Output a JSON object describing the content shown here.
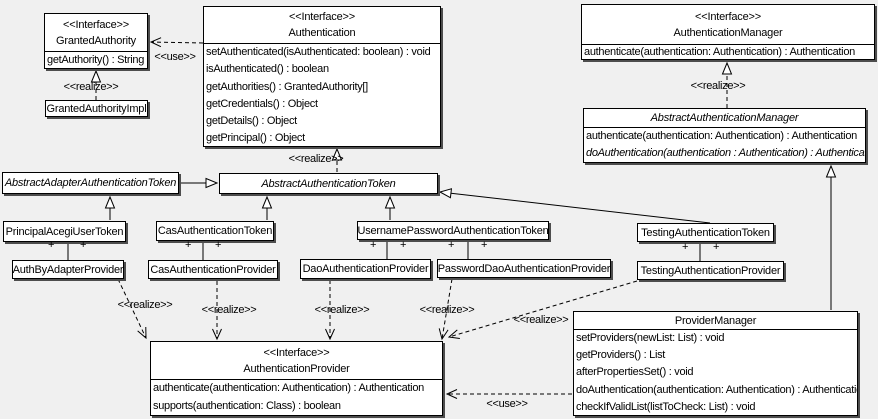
{
  "colors": {
    "background": "#f0f0f0",
    "box_fill": "#ffffff",
    "line": "#000000",
    "shadow": "#4d4d4d"
  },
  "labels": {
    "use": "<<use>>",
    "realize": "<<realize>>",
    "plus": "+"
  },
  "classes": {
    "granted_authority": {
      "stereotype": "<<Interface>>",
      "name": "GrantedAuthority",
      "methods": [
        "getAuthority() : String"
      ]
    },
    "granted_authority_impl": {
      "name": "GrantedAuthorityImpl"
    },
    "authentication": {
      "stereotype": "<<Interface>>",
      "name": "Authentication",
      "methods": [
        "setAuthenticated(isAuthenticated: boolean) : void",
        "isAuthenticated() : boolean",
        "getAuthorities() : GrantedAuthority[]",
        "getCredentials() : Object",
        "getDetails() : Object",
        "getPrincipal() : Object"
      ]
    },
    "authentication_manager": {
      "stereotype": "<<Interface>>",
      "name": "AuthenticationManager",
      "methods": [
        "authenticate(authentication: Authentication) : Authentication"
      ]
    },
    "abstract_authentication_manager": {
      "name": "AbstractAuthenticationManager",
      "methods": [
        "authenticate(authentication: Authentication) : Authentication",
        "doAuthentication(authentication : Authentication) : Authentication"
      ]
    },
    "abstract_adapter_authentication_token": {
      "name": "AbstractAdapterAuthenticationToken"
    },
    "abstract_authentication_token": {
      "name": "AbstractAuthenticationToken"
    },
    "principal_acegi_user_token": {
      "name": "PrincipalAcegiUserToken"
    },
    "cas_authentication_token": {
      "name": "CasAuthenticationToken"
    },
    "username_password_authentication_token": {
      "name": "UsernamePasswordAuthenticationToken"
    },
    "testing_authentication_token": {
      "name": "TestingAuthenticationToken"
    },
    "auth_by_adapter_provider": {
      "name": "AuthByAdapterProvider"
    },
    "cas_authentication_provider": {
      "name": "CasAuthenticationProvider"
    },
    "dao_authentication_provider": {
      "name": "DaoAuthenticationProvider"
    },
    "password_dao_authentication_provider": {
      "name": "PasswordDaoAuthenticationProvider"
    },
    "testing_authentication_provider": {
      "name": "TestingAuthenticationProvider"
    },
    "authentication_provider": {
      "stereotype": "<<Interface>>",
      "name": "AuthenticationProvider",
      "methods": [
        "authenticate(authentication: Authentication) : Authentication",
        "supports(authentication: Class) : boolean"
      ]
    },
    "provider_manager": {
      "name": "ProviderManager",
      "methods": [
        "setProviders(newList: List) : void",
        "getProviders() : List",
        "afterPropertiesSet() : void",
        "doAuthentication(authentication: Authentication) : Authentication",
        "checkIfValidList(listToCheck: List) : void"
      ]
    }
  }
}
